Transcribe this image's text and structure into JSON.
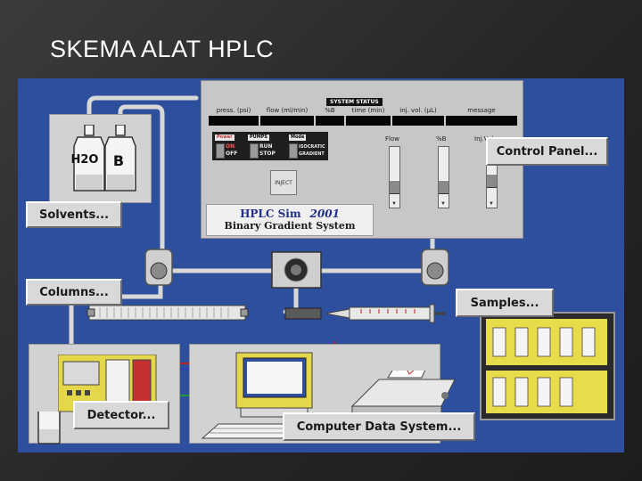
{
  "slide": {
    "title": "SKEMA ALAT HPLC"
  },
  "solvents": {
    "bottle_a": "H2O",
    "bottle_b": "B"
  },
  "panel": {
    "status_label": "SYSTEM STATUS",
    "columns": [
      "press. (psi)",
      "flow (ml/min)",
      "%B",
      "time (min)",
      "inj. vol. (µL)",
      "message"
    ],
    "tags": {
      "power": "Power",
      "pumps": "PUMPS",
      "mode": "Mode"
    },
    "switch_labels": {
      "on": "ON",
      "off": "OFF",
      "run": "RUN",
      "stop": "STOP",
      "isocratic": "ISOCRATIC",
      "gradient": "GRADIENT"
    },
    "inject_label": "INJECT",
    "sliders": [
      {
        "label": "Flow",
        "level": 0.2
      },
      {
        "label": "%B",
        "level": 0.2
      },
      {
        "label": "Inj.Vol.",
        "level": 0.35
      }
    ],
    "logo": {
      "line1": "HPLC Sim",
      "year": "2001",
      "line2": "Binary Gradient System"
    }
  },
  "buttons": {
    "solvents": "Solvents...",
    "columns": "Columns...",
    "samples": "Samples...",
    "detector": "Detector...",
    "control_panel": "Control Panel...",
    "computer": "Computer Data System..."
  },
  "colors": {
    "background": "#2d4f9d",
    "panel": "#c7c7c7",
    "button": "#d9d9d9"
  }
}
